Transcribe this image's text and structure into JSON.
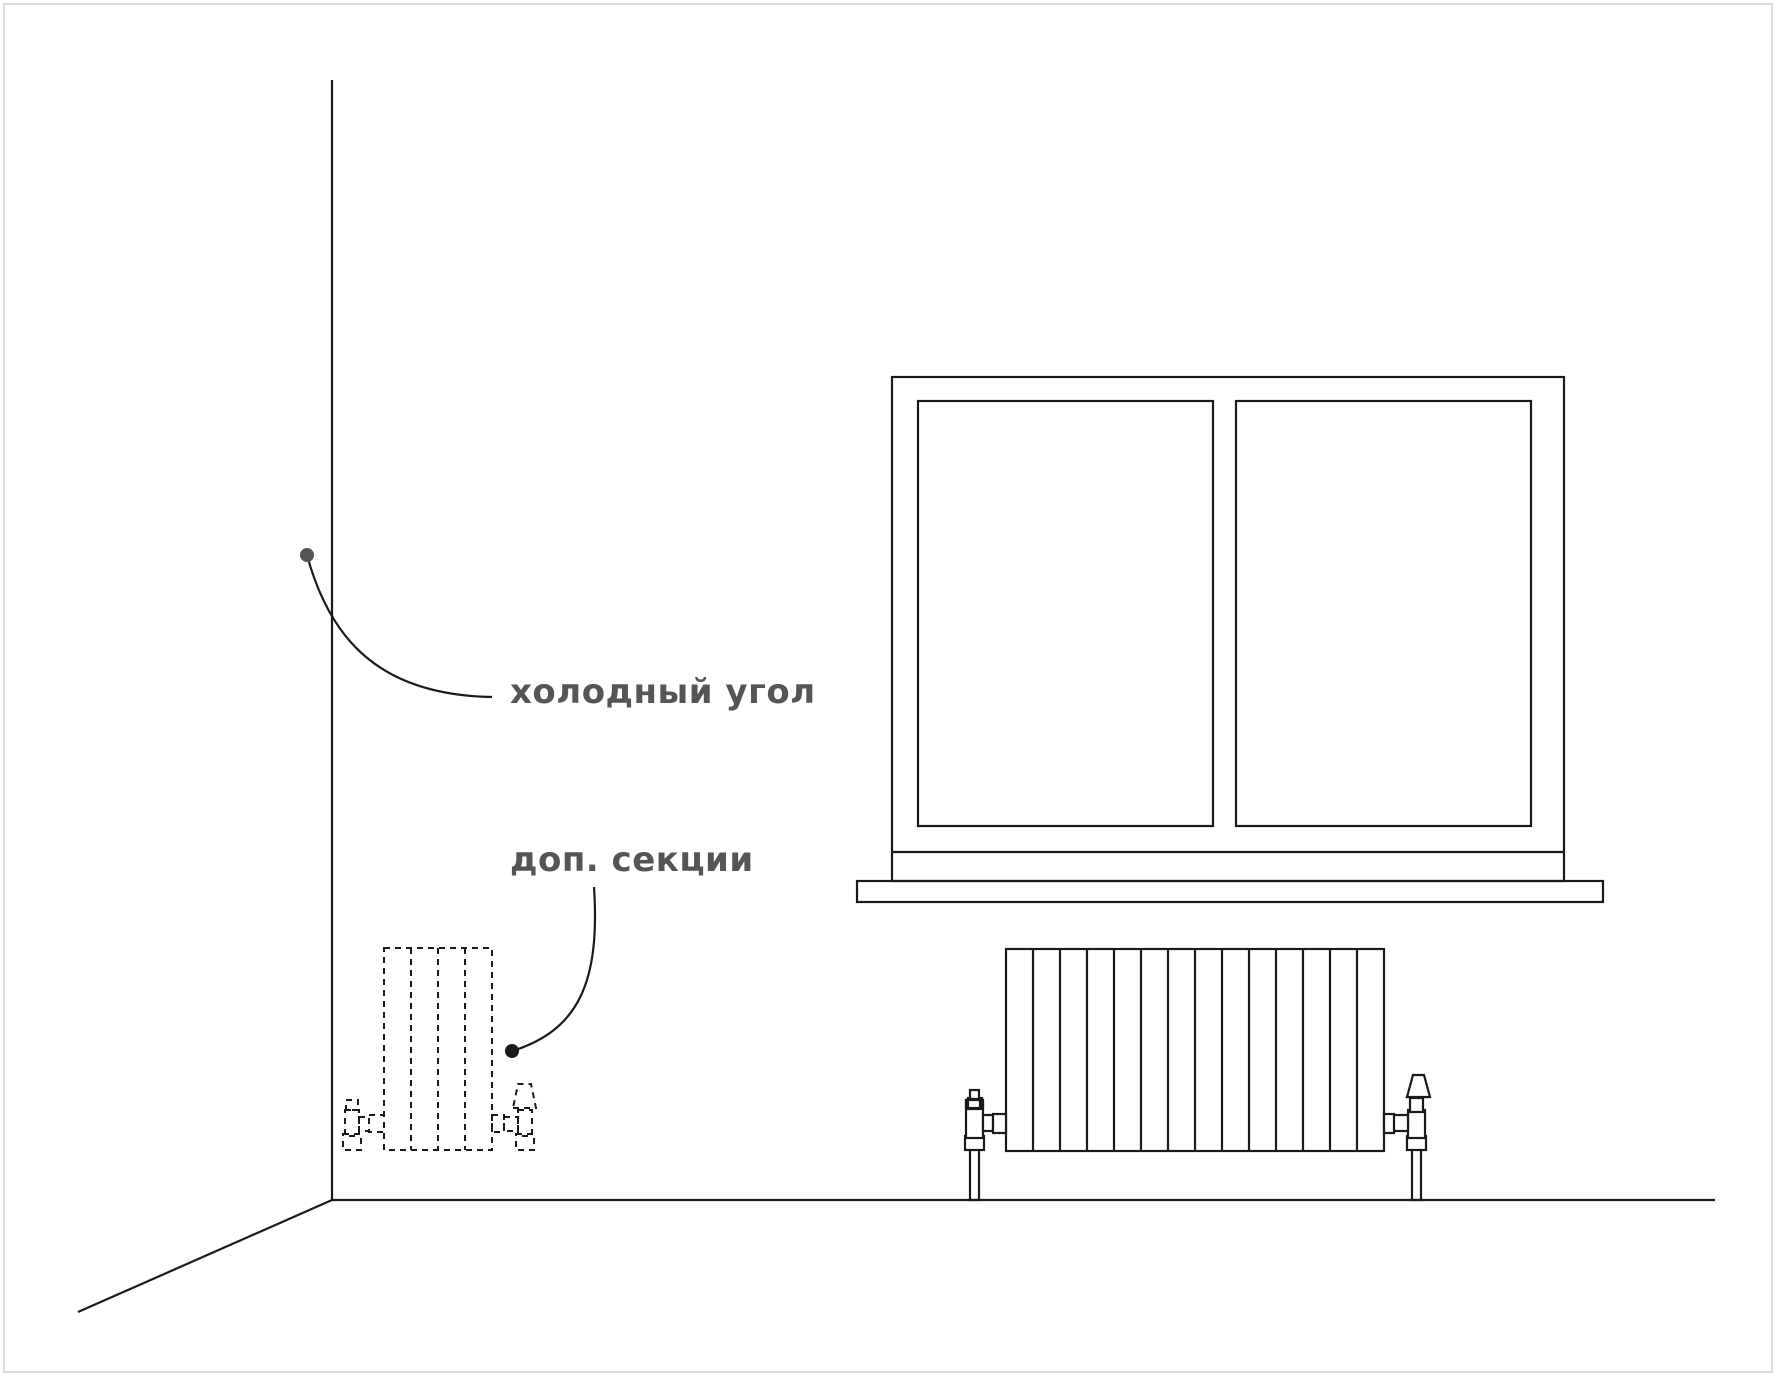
{
  "labels": {
    "cold_corner": "холодный угол",
    "extra_sections": "доп. секции"
  },
  "colors": {
    "line": "#1a1a1a",
    "label_text": "#555555",
    "marker": "#555555",
    "frame": "#dcdcdc"
  },
  "radiator": {
    "section_count": 14,
    "extra_section_count": 4
  }
}
